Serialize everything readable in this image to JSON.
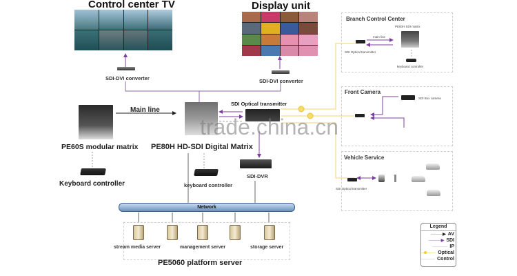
{
  "diagram": {
    "top": {
      "control_center_tv": {
        "title": "Control center TV"
      },
      "display_unit": {
        "title": "Display unit"
      },
      "converter_left": {
        "label": "SDI-DVI converter"
      },
      "converter_right": {
        "label": "SDI-DVI converter"
      }
    },
    "middle": {
      "main_line_label": "Main line",
      "pe60s_label": "PE60S modular matrix",
      "keyboard_left_label": "Keyboard controller",
      "pe80h_label": "PE80H HD-SDI Digital Matrix",
      "keyboard_center_label": "keyboard controller",
      "optical_transmitter_label": "SDI Optical transmitter",
      "sdi_dvr_label": "SDI-DVR"
    },
    "network": {
      "label": "Network",
      "servers": [
        {
          "label": "stream media server"
        },
        {
          "label": ""
        },
        {
          "label": "management server"
        },
        {
          "label": ""
        },
        {
          "label": "storage server"
        }
      ],
      "platform_label": "PE5060 platform server"
    },
    "zones": {
      "branch": {
        "title": "Branch Control Center",
        "matrix_label": "PE80H SDI matrix",
        "main_line_label": "main line",
        "transmitter_label": "SDI Optical transmitter",
        "keyboard_label": "keyboard controller"
      },
      "front_camera": {
        "title": "Front Camera",
        "camera_label": "SDI Box camera"
      },
      "vehicle": {
        "title": "Vehicle Service",
        "transmitter_label": "SDI Optical transmitter"
      }
    },
    "legend": {
      "title": "Legend",
      "items": [
        {
          "label": "AV",
          "color": "#222222",
          "kind": "arrow"
        },
        {
          "label": "SDI",
          "color": "#7b3fa0",
          "kind": "arrow"
        },
        {
          "label": "IP",
          "color": "#999999",
          "kind": "line"
        },
        {
          "label": "Optical",
          "color": "#f2cc3a",
          "kind": "dot"
        },
        {
          "label": "Control",
          "color": "#aaaaaa",
          "kind": "line"
        }
      ]
    },
    "watermark": "trade.china.cn",
    "colors": {
      "sdi": "#7b3fa0",
      "optical": "#f2d36b",
      "ip": "#777777",
      "av": "#222222",
      "control": "#aaaaaa"
    }
  }
}
